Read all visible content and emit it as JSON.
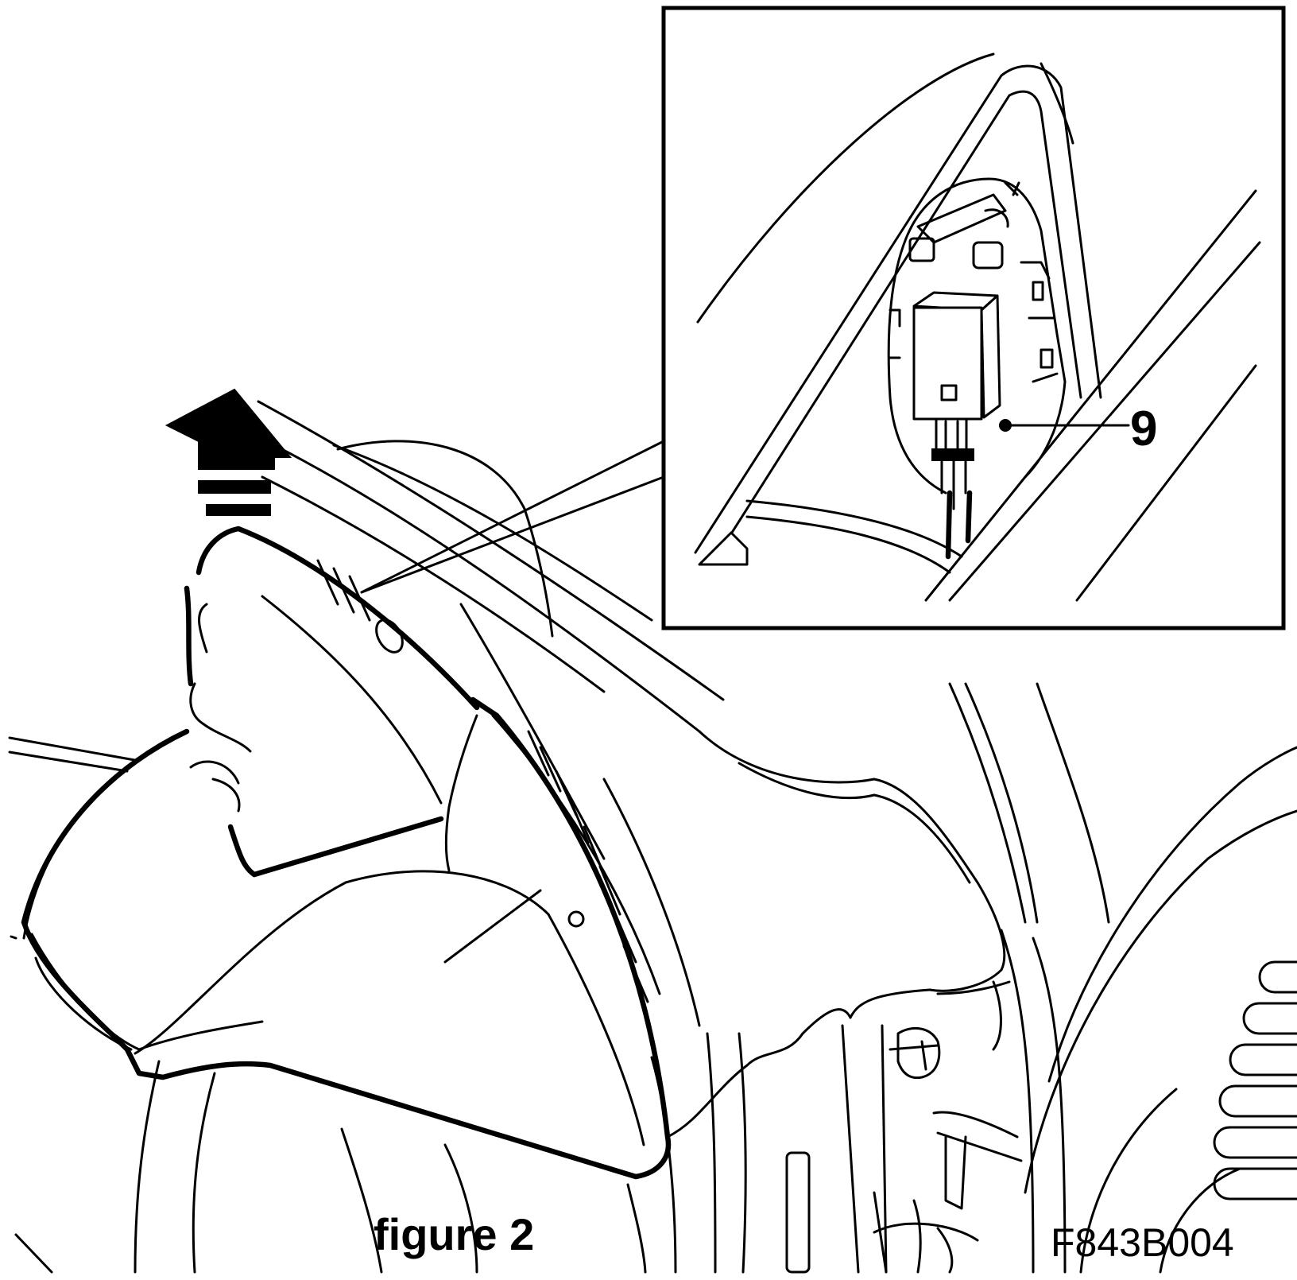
{
  "figure": {
    "caption": "figure 2",
    "code": "F843B004"
  },
  "callouts": [
    {
      "label": "9"
    }
  ]
}
